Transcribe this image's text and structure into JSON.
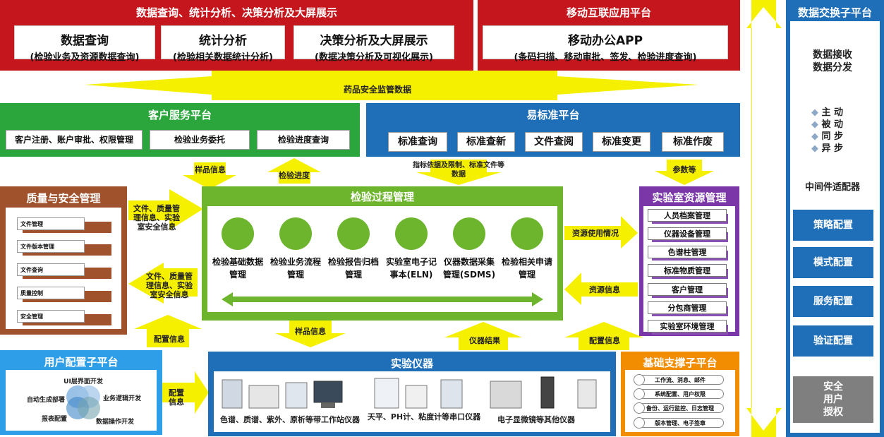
{
  "colors": {
    "red": "#c4161c",
    "green": "#2aa63c",
    "blue": "#1f6fb8",
    "brown": "#a0522d",
    "lightgreen": "#6cb52d",
    "purple": "#7b36a8",
    "yellow": "#f5ef00",
    "orange": "#f28c00",
    "gray": "#7f7f7f"
  },
  "top_left": {
    "title": "数据查询、统计分析、决策分析及大屏展示",
    "boxes": [
      {
        "title": "数据查询",
        "sub": "(检验业务及资源数据查询)"
      },
      {
        "title": "统计分析",
        "sub": "(检验相关数据统计分析)"
      },
      {
        "title": "决策分析及大屏展示",
        "sub": "(数据决策分析及可视化展示)"
      }
    ]
  },
  "top_right": {
    "title": "移动互联应用平台",
    "box": {
      "title": "移动办公APP",
      "sub": "(条码扫描、移动审批、签发、检验进度查询)"
    }
  },
  "drug_arrow": "药品安全监管数据",
  "customer": {
    "title": "客户服务平台",
    "items": [
      "客户注册、账户审批、权限管理",
      "检验业务委托",
      "检验进度查询"
    ]
  },
  "standard": {
    "title": "易标准平台",
    "items": [
      "标准查询",
      "标准查新",
      "文件查阅",
      "标准变更",
      "标准作废"
    ]
  },
  "arrows": {
    "sample_info": "样品信息",
    "progress": "检验进度",
    "indicator": "指标依据及限制、标准文件等数据",
    "params": "参数等",
    "qual_in": "文件、质量管理信息、实验室安全信息",
    "qual_out": "文件、质量管理信息、实验室安全信息",
    "resource_use": "资源使用情况",
    "resource_info": "资源信息",
    "config_info_l": "配置信息",
    "sample_info2": "样品信息",
    "instrument_result": "仪器结果",
    "config_info_r": "配置信息",
    "config_info_user": "配置信息"
  },
  "quality": {
    "title": "质量与安全管理",
    "items": [
      "文件管理",
      "文件版本管理",
      "文件查询",
      "质量控制",
      "安全管理"
    ]
  },
  "process": {
    "title": "检验过程管理",
    "modules": [
      "检验基础数据管理",
      "检验业务流程管理",
      "检验报告归档管理",
      "实验室电子记事本(ELN)",
      "仪器数据采集管理(SDMS)",
      "检验相关申请管理"
    ]
  },
  "lab": {
    "title": "实验室资源管理",
    "items": [
      "人员档案管理",
      "仪器设备管理",
      "色谱柱管理",
      "标准物质管理",
      "客户管理",
      "分包商管理",
      "实验室环境管理"
    ]
  },
  "user_cfg": {
    "title": "用户配置子平台",
    "items": [
      "UI层界面开发",
      "自动生成部署",
      "业务逻辑开发",
      "报表配置",
      "数据操作开发"
    ]
  },
  "instruments": {
    "title": "实验仪器",
    "groups": [
      "色谱、质谱、紫外、原析等带工作站仪器",
      "天平、PH计、粘度计等串口仪器",
      "电子显微镜等其他仪器"
    ]
  },
  "support": {
    "title": "基础支撑子平台",
    "items": [
      "工作流、消息、邮件",
      "系统配置、用户权限",
      "备份、运行监控、日志管理",
      "版本管理、电子签章"
    ]
  },
  "exchange": {
    "title": "数据交换子平台",
    "recv": "数据接收",
    "dist": "数据分发",
    "modes": [
      "主 动",
      "被 动",
      "同 步",
      "异 步"
    ],
    "middleware": "中间件适配器",
    "buttons": [
      "策略配置",
      "模式配置",
      "服务配置",
      "验证配置"
    ],
    "security": [
      "安全",
      "用户",
      "授权"
    ]
  }
}
